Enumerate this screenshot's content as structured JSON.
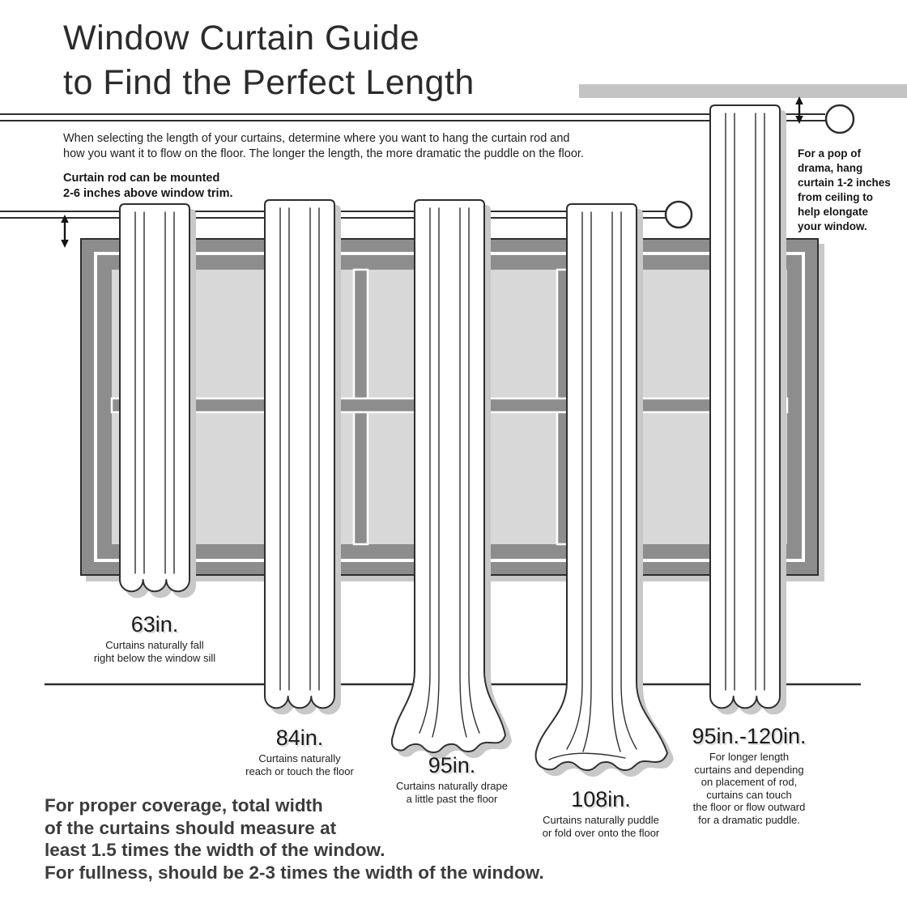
{
  "header": {
    "title_lines": [
      "Window Curtain Guide",
      "to Find the Perfect Length"
    ],
    "intro_lines": [
      "When selecting the length of your curtains, determine where you want to hang the curtain rod and",
      "how you want it to flow on the floor. The longer the length, the more dramatic the puddle on the floor."
    ],
    "rod_note_lines": [
      "Curtain rod can be mounted",
      "2-6 inches above window trim."
    ]
  },
  "ceiling_tip_lines": [
    "For a pop of",
    "drama, hang",
    "curtain 1-2 inches",
    "from ceiling to",
    "help elongate",
    "your window."
  ],
  "lengths": [
    {
      "label": "63in.",
      "caption_lines": [
        "Curtains naturally fall",
        "right below the window sill"
      ]
    },
    {
      "label": "84in.",
      "caption_lines": [
        "Curtains naturally",
        "reach or touch the floor"
      ]
    },
    {
      "label": "95in.",
      "caption_lines": [
        "Curtains naturally drape",
        "a little past the floor"
      ]
    },
    {
      "label": "108in.",
      "caption_lines": [
        "Curtains naturally puddle",
        "or fold over onto the floor"
      ]
    },
    {
      "label": "95in.-120in.",
      "caption_lines": [
        "For longer length",
        "curtains and depending",
        "on placement of rod,",
        "curtains can touch",
        "the floor or flow outward",
        "for a dramatic puddle."
      ]
    }
  ],
  "coverage_lines": [
    "For proper coverage, total width",
    "of the curtains should measure at",
    "least 1.5 times the width of the window.",
    "For fullness, should be 2-3 times the width of the window."
  ],
  "colors": {
    "frame_gray": "#8d8d8d",
    "pane_gray": "#d8d8d8",
    "ceiling_gray": "#c4c4c4",
    "line_black": "#2e2e2e",
    "shadow_gray": "#c8c8c8"
  }
}
